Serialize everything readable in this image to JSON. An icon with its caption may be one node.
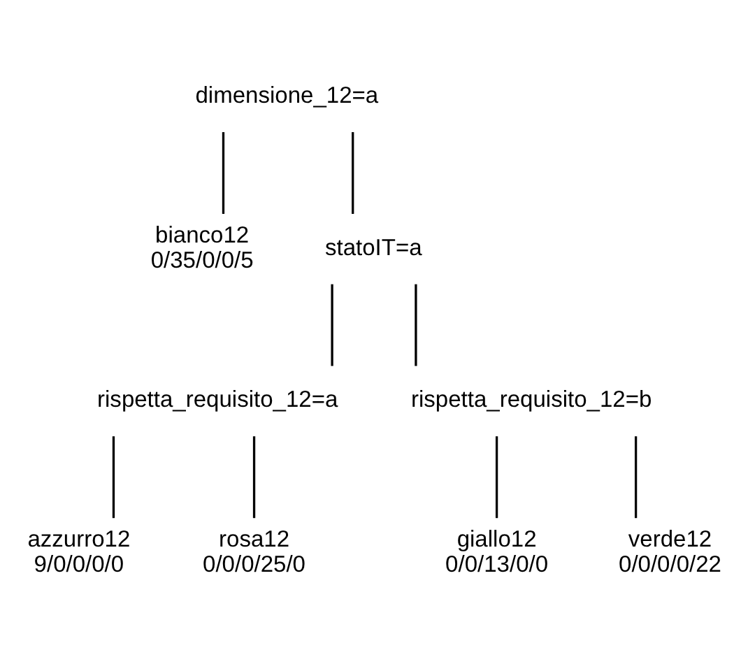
{
  "diagram": {
    "nodes": [
      {
        "text": [
          "dimensione_12=a"
        ]
      },
      {
        "text": [
          "bianco12",
          "0/35/0/0/5"
        ]
      },
      {
        "text": [
          "statoIT=a"
        ]
      },
      {
        "text": [
          "rispetta_requisito_12=a"
        ]
      },
      {
        "text": [
          "rispetta_requisito_12=b"
        ]
      },
      {
        "text": [
          "azzurro12",
          "9/0/0/0/0"
        ]
      },
      {
        "text": [
          "rosa12",
          "0/0/0/25/0"
        ]
      },
      {
        "text": [
          "giallo12",
          "0/0/13/0/0"
        ]
      },
      {
        "text": [
          "verde12",
          "0/0/0/0/22"
        ]
      }
    ],
    "edges": [
      {
        "from": 0,
        "to": 1,
        "arrow": "none"
      },
      {
        "from": 0,
        "to": 2,
        "arrow": "none"
      },
      {
        "from": 2,
        "to": 3,
        "arrow": "none"
      },
      {
        "from": 2,
        "to": 4,
        "arrow": "none"
      },
      {
        "from": 3,
        "to": 5,
        "arrow": "none"
      },
      {
        "from": 3,
        "to": 6,
        "arrow": "none"
      },
      {
        "from": 4,
        "to": 7,
        "arrow": "none"
      },
      {
        "from": 4,
        "to": 8,
        "arrow": "none"
      }
    ]
  }
}
